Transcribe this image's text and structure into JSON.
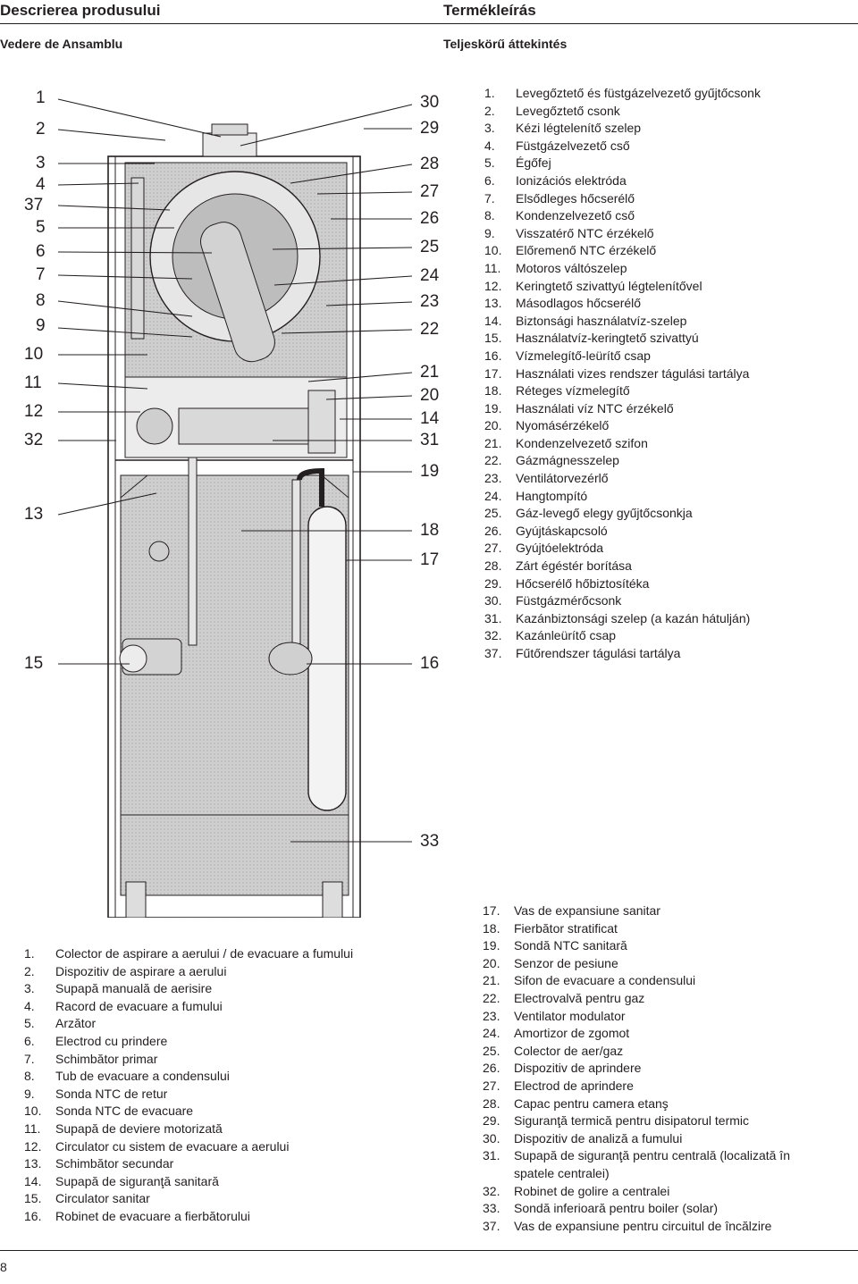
{
  "header": {
    "left_title": "Descrierea produsului",
    "right_title": "Termékleírás",
    "left_subtitle": "Vedere de Ansamblu",
    "right_subtitle": "Teljeskörű áttekintés"
  },
  "diagram": {
    "left_callouts": [
      "1",
      "2",
      "3",
      "4",
      "37",
      "5",
      "6",
      "7",
      "8",
      "9",
      "10",
      "11",
      "12",
      "32",
      "13",
      "15"
    ],
    "right_callouts": [
      "30",
      "29",
      "28",
      "27",
      "26",
      "25",
      "24",
      "23",
      "22",
      "21",
      "20",
      "14",
      "31",
      "19",
      "18",
      "17",
      "16",
      "33"
    ]
  },
  "hungarian_legend": [
    {
      "num": "1.",
      "text": "Levegőztető és füstgázelvezető gyűjtőcsonk"
    },
    {
      "num": "2.",
      "text": "Levegőztető csonk"
    },
    {
      "num": "3.",
      "text": "Kézi légtelenítő szelep"
    },
    {
      "num": "4.",
      "text": "Füstgázelvezető cső"
    },
    {
      "num": "5.",
      "text": "Égőfej"
    },
    {
      "num": "6.",
      "text": "Ionizációs elektróda"
    },
    {
      "num": "7.",
      "text": "Elsődleges hőcserélő"
    },
    {
      "num": "8.",
      "text": "Kondenzelvezető cső"
    },
    {
      "num": "9.",
      "text": "Visszatérő NTC érzékelő"
    },
    {
      "num": "10.",
      "text": "Előremenő NTC érzékelő"
    },
    {
      "num": "11.",
      "text": "Motoros váltószelep"
    },
    {
      "num": "12.",
      "text": "Keringtető szivattyú légtelenítővel"
    },
    {
      "num": "13.",
      "text": "Másodlagos hőcserélő"
    },
    {
      "num": "14.",
      "text": "Biztonsági használatvíz-szelep"
    },
    {
      "num": "15.",
      "text": "Használatvíz-keringtető szivattyú"
    },
    {
      "num": "16.",
      "text": "Vízmelegítő-leürítő csap"
    },
    {
      "num": "17.",
      "text": "Használati vizes rendszer tágulási tartálya"
    },
    {
      "num": "18.",
      "text": "Réteges vízmelegítő"
    },
    {
      "num": "19.",
      "text": "Használati víz NTC érzékelő"
    },
    {
      "num": "20.",
      "text": "Nyomásérzékelő"
    },
    {
      "num": "21.",
      "text": "Kondenzelvezető szifon"
    },
    {
      "num": "22.",
      "text": "Gázmágnesszelep"
    },
    {
      "num": "23.",
      "text": "Ventilátorvezérlő"
    },
    {
      "num": "24.",
      "text": "Hangtompító"
    },
    {
      "num": "25.",
      "text": "Gáz-levegő elegy gyűjtőcsonkja"
    },
    {
      "num": "26.",
      "text": "Gyújtáskapcsoló"
    },
    {
      "num": "27.",
      "text": "Gyújtóelektróda"
    },
    {
      "num": "28.",
      "text": "Zárt égéstér borítása"
    },
    {
      "num": "29.",
      "text": "Hőcserélő hőbiztosítéka"
    },
    {
      "num": "30.",
      "text": "Füstgázmérőcsonk"
    },
    {
      "num": "31.",
      "text": "Kazánbiztonsági szelep (a kazán hátulján)"
    },
    {
      "num": "32.",
      "text": "Kazánleürítő csap"
    },
    {
      "num": "37.",
      "text": "Fűtőrendszer tágulási tartálya"
    }
  ],
  "romanian_legend_left": [
    {
      "num": "1.",
      "text": "Colector de aspirare a aerului / de evacuare a fumului"
    },
    {
      "num": "2.",
      "text": "Dispozitiv de aspirare a aerului"
    },
    {
      "num": "3.",
      "text": "Supapă manuală de aerisire"
    },
    {
      "num": "4.",
      "text": "Racord de evacuare a fumului"
    },
    {
      "num": "5.",
      "text": "Arzător"
    },
    {
      "num": "6.",
      "text": "Electrod cu prindere"
    },
    {
      "num": "7.",
      "text": "Schimbător primar"
    },
    {
      "num": "8.",
      "text": "Tub de evacuare a condensului"
    },
    {
      "num": "9.",
      "text": "Sonda NTC de retur"
    },
    {
      "num": "10.",
      "text": "Sonda NTC de evacuare"
    },
    {
      "num": "11.",
      "text": "Supapă de deviere motorizată"
    },
    {
      "num": "12.",
      "text": "Circulator cu sistem de evacuare a aerului"
    },
    {
      "num": "13.",
      "text": "Schimbător secundar"
    },
    {
      "num": "14.",
      "text": "Supapă de siguranţă sanitară"
    },
    {
      "num": "15.",
      "text": "Circulator sanitar"
    },
    {
      "num": "16.",
      "text": "Robinet de evacuare a fierbătorului"
    }
  ],
  "romanian_legend_right": [
    {
      "num": "17.",
      "text": "Vas de expansiune sanitar"
    },
    {
      "num": "18.",
      "text": "Fierbător stratificat"
    },
    {
      "num": "19.",
      "text": "Sondă NTC sanitară"
    },
    {
      "num": "20.",
      "text": "Senzor de pesiune"
    },
    {
      "num": "21.",
      "text": "Sifon de evacuare a condensului"
    },
    {
      "num": "22.",
      "text": "Electrovalvă pentru gaz"
    },
    {
      "num": "23.",
      "text": "Ventilator modulator"
    },
    {
      "num": "24.",
      "text": "Amortizor de zgomot"
    },
    {
      "num": "25.",
      "text": "Colector de aer/gaz"
    },
    {
      "num": "26.",
      "text": "Dispozitiv de aprindere"
    },
    {
      "num": "27.",
      "text": "Electrod de aprindere"
    },
    {
      "num": "28.",
      "text": "Capac pentru camera etanş"
    },
    {
      "num": "29.",
      "text": "Siguranţă termică pentru disipatorul termic"
    },
    {
      "num": "30.",
      "text": "Dispozitiv de analiză a fumului"
    },
    {
      "num": "31.",
      "text": "Supapă de siguranţă pentru centrală (localizată în"
    },
    {
      "num": "",
      "text": "spatele centralei)"
    },
    {
      "num": "32.",
      "text": "Robinet de golire a centralei"
    },
    {
      "num": "33.",
      "text": "Sondă inferioară pentru boiler (solar)"
    },
    {
      "num": "37.",
      "text": "Vas de expansiune pentru circuitul de încălzire"
    }
  ],
  "footer": {
    "page_number": "8"
  }
}
